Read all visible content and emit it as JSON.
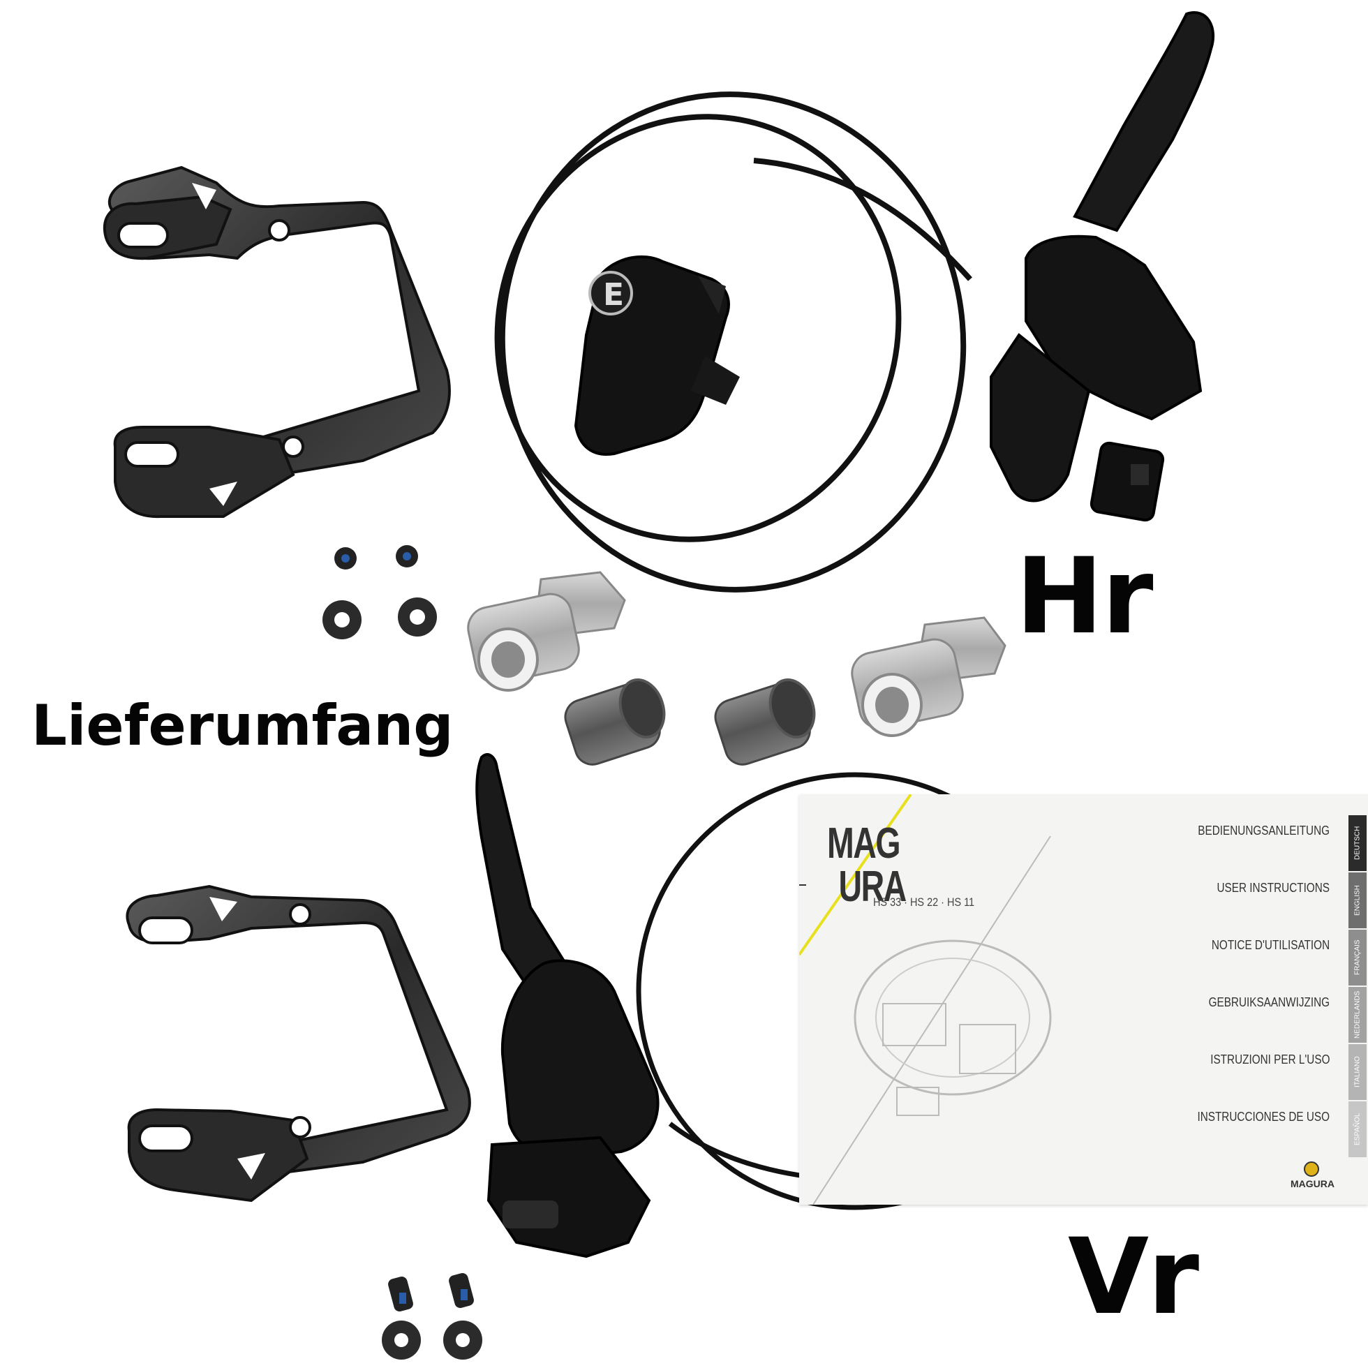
{
  "labels": {
    "rear": "Hr",
    "front": "Vr",
    "contents": "Lieferumfang"
  },
  "manual": {
    "brand_top": "MAG",
    "brand_bottom": "URA",
    "models": "HS 33 · HS 22 · HS 11",
    "instructions": [
      {
        "title": "BEDIENUNGSANLEITUNG",
        "language": "DEUTSCH"
      },
      {
        "title": "USER INSTRUCTIONS",
        "language": "ENGLISH"
      },
      {
        "title": "NOTICE D'UTILISATION",
        "language": "FRANÇAIS"
      },
      {
        "title": "GEBRUIKSAANWIJZING",
        "language": "NEDERLANDS"
      },
      {
        "title": "ISTRUZIONI PER L'USO",
        "language": "ITALIANO"
      },
      {
        "title": "INSTRUCCIONES DE USO",
        "language": "ESPAÑOL"
      }
    ],
    "footer": "MAGURA"
  },
  "colors": {
    "background": "#ffffff",
    "brake_parts": "#141414",
    "booster_metal": "#3a3a3a",
    "fittings": "#b9b9b9",
    "manual_accent": "#e8e01c",
    "manual_logo": "#e0b21a"
  }
}
